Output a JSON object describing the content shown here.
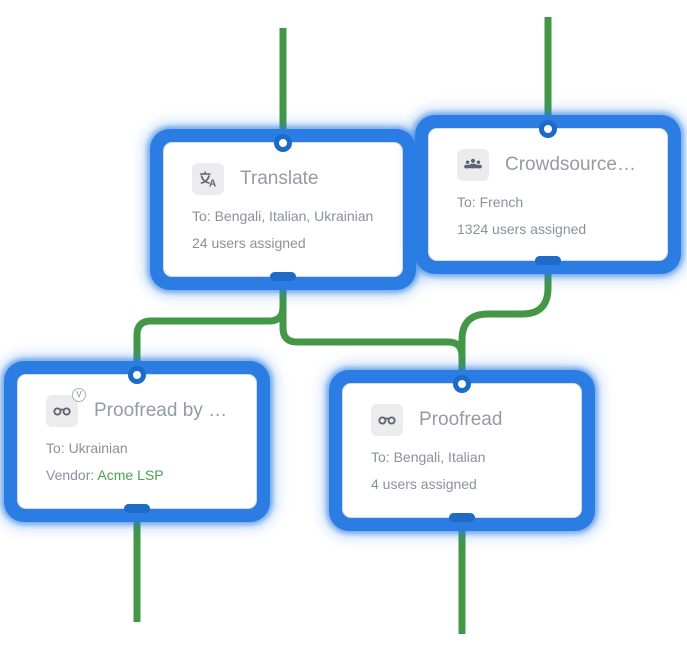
{
  "canvas": {
    "background": "#ffffff"
  },
  "colors": {
    "selection_blue": "#2b7de4",
    "connector_blue": "#1d6bc7",
    "connection_green": "#449747",
    "card_bg": "#ffffff",
    "card_border": "#d8dce1",
    "icon_bg": "#ececee",
    "icon_fg": "#5b6472",
    "title_gray": "#959ba5",
    "body_gray": "#8b919c",
    "vendor_green": "#4aa351"
  },
  "nodes": [
    {
      "id": "translate",
      "icon": "translate-icon",
      "title": "Translate",
      "languages": "To: Bengali, Italian, Ukrainian",
      "assignment": "24 users assigned"
    },
    {
      "id": "crowdsource",
      "icon": "crowd-icon",
      "title": "Crowdsource tra...",
      "languages": "To: French",
      "assignment": "1324 users assigned"
    },
    {
      "id": "proofread-vendor",
      "icon": "glasses-vendor-icon",
      "badge": "V",
      "title": "Proofread by vendor",
      "languages": "To: Ukrainian",
      "vendor_label": "Vendor: ",
      "vendor_value": "Acme LSP"
    },
    {
      "id": "proofread",
      "icon": "glasses-icon",
      "title": "Proofread",
      "languages": "To: Bengali, Italian",
      "assignment": "4 users assigned"
    }
  ]
}
